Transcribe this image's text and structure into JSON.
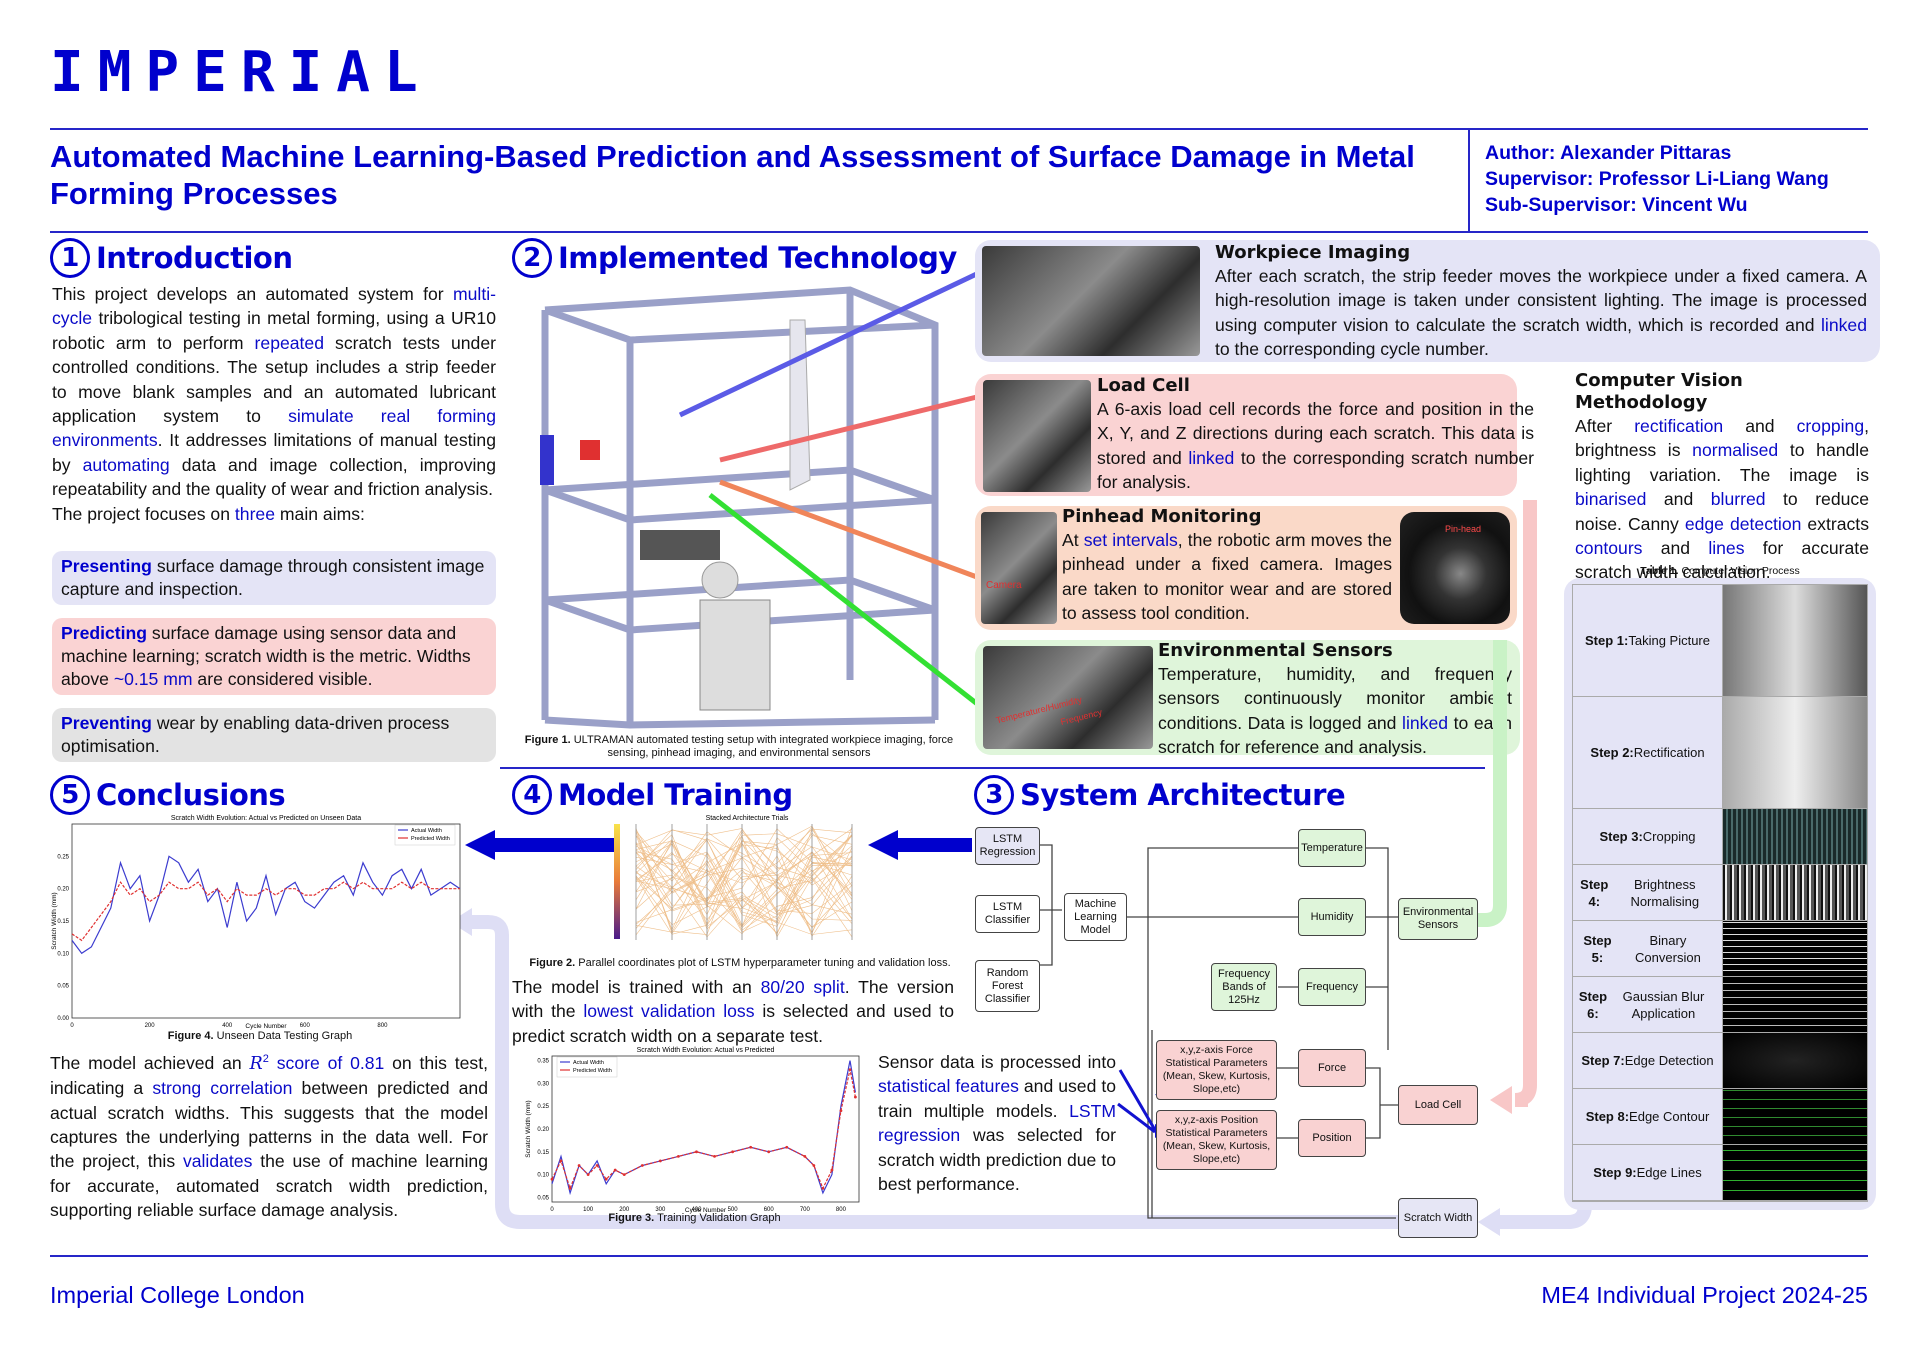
{
  "header": {
    "logo": "IMPERIAL",
    "title": "Automated Machine Learning-Based Prediction and Assessment of Surface Damage in Metal Forming Processes",
    "author": "Author: Alexander Pittaras",
    "supervisor": "Supervisor: Professor Li-Liang Wang",
    "sub_supervisor": "Sub-Supervisor: Vincent Wu"
  },
  "sections": {
    "s1": {
      "num": "1",
      "title": "Introduction"
    },
    "s2": {
      "num": "2",
      "title": "Implemented Technology"
    },
    "s3": {
      "num": "3",
      "title": "System Architecture"
    },
    "s4": {
      "num": "4",
      "title": "Model Training"
    },
    "s5": {
      "num": "5",
      "title": "Conclusions"
    }
  },
  "intro": {
    "p1_a": "This project develops an automated system for ",
    "p1_b": "multi-cycle",
    "p1_c": " tribological testing in metal forming, using a UR10 robotic arm to perform ",
    "p1_d": "repeated",
    "p1_e": " scratch tests under controlled conditions. The setup includes a strip feeder to move blank samples and an automated lubricant application system to ",
    "p1_f": "simulate real forming environments",
    "p1_g": ". It addresses limitations of manual testing by ",
    "p1_h": "automating",
    "p1_i": " data and image collection, improving repeatability and the quality of wear and friction analysis.",
    "p2_a": "The project focuses on ",
    "p2_b": "three",
    "p2_c": " main aims:",
    "aim1_b": "Presenting",
    "aim1": " surface damage through consistent image capture and inspection.",
    "aim2_b": "Predicting",
    "aim2_a": " surface damage using sensor data and machine learning; scratch width is the metric. Widths above ",
    "aim2_c": "~0.15 mm",
    "aim2_d": " are considered visible.",
    "aim3_b": "Preventing",
    "aim3": " wear by enabling data-driven process optimisation."
  },
  "tech": {
    "fig1_b": "Figure 1.",
    "fig1": " ULTRAMAN automated testing setup with integrated workpiece imaging, force sensing, pinhead imaging, and environmental sensors",
    "workpiece_title": "Workpiece Imaging",
    "workpiece_a": "After each scratch, the strip feeder moves the workpiece under a fixed camera. A high-resolution image is taken under consistent lighting. The image is processed using computer vision to calculate the scratch width, which is recorded and ",
    "workpiece_b": "linked",
    "workpiece_c": " to the corresponding cycle number.",
    "loadcell_title": "Load Cell",
    "loadcell_a": "A 6-axis load cell records the force and position in the X, Y, and Z directions during each scratch. This data is stored and ",
    "loadcell_b": "linked",
    "loadcell_c": " to the corresponding scratch number for analysis.",
    "pinhead_title": "Pinhead Monitoring",
    "pinhead_a": "At ",
    "pinhead_b": "set intervals",
    "pinhead_c": ", the robotic arm moves the pinhead under a fixed camera. Images are taken to monitor wear and are stored to assess tool condition.",
    "pinhead_label": "Pin-head",
    "camera_label": "Camera",
    "env_title": "Environmental Sensors",
    "env_a": "Temperature, humidity, and frequency sensors continuously monitor ambient conditions. Data is logged and ",
    "env_b": "linked",
    "env_c": " to each scratch for reference and analysis.",
    "env_label1": "Temperature/Humidity",
    "env_label2": "Frequency"
  },
  "cv": {
    "title": "Computer Vision Methodology",
    "t1": "After ",
    "t2": "rectification",
    "t3": " and ",
    "t4": "cropping",
    "t5": ", brightness is ",
    "t6": "normalised",
    "t7": " to handle lighting variation. The image is ",
    "t8": "binarised",
    "t9": " and ",
    "t10": "blurred",
    "t11": " to reduce noise. Canny ",
    "t12": "edge detection",
    "t13": " extracts ",
    "t14": "contours",
    "t15": " and ",
    "t16": "lines",
    "t17": " for accurate scratch width calculation.",
    "table_cap_b": "Table 1.",
    "table_cap": " Computer Vision Process",
    "steps": [
      {
        "b": "Step 1:",
        "t": " Taking Picture"
      },
      {
        "b": "Step 2:",
        "t": " Rectification"
      },
      {
        "b": "Step 3:",
        "t": " Cropping"
      },
      {
        "b": "Step 4:",
        "t": " Brightness Normalising"
      },
      {
        "b": "Step 5:",
        "t": " Binary Conversion"
      },
      {
        "b": "Step 6:",
        "t": " Gaussian Blur Application"
      },
      {
        "b": "Step 7:",
        "t": " Edge Detection"
      },
      {
        "b": "Step 8:",
        "t": " Edge Contour"
      },
      {
        "b": "Step 9:",
        "t": " Edge Lines"
      }
    ]
  },
  "arch": {
    "nodes": {
      "lstm_reg": "LSTM Regression",
      "lstm_cls": "LSTM Classifier",
      "rf_cls": "Random Forest Classifier",
      "ml": "Machine Learning Model",
      "temp": "Temperature",
      "hum": "Humidity",
      "freq": "Frequency",
      "env": "Environmental Sensors",
      "bands": "Frequency Bands of 125Hz",
      "force_stats": "x,y,z-axis Force Statistical Parameters (Mean, Skew, Kurtosis, Slope,etc)",
      "pos_stats": "x,y,z-axis Position Statistical Parameters (Mean, Skew, Kurtosis, Slope,etc)",
      "force": "Force",
      "position": "Position",
      "loadcell": "Load Cell",
      "width": "Scratch Width"
    },
    "text_a": "Sensor data is processed into ",
    "text_b": "statistical features",
    "text_c": " and used to train multiple models. ",
    "text_d": "LSTM regression",
    "text_e": " was selected for scratch width prediction due to best performance."
  },
  "training": {
    "fig2_b": "Figure 2.",
    "fig2": " Parallel coordinates plot of LSTM hyperparameter tuning and validation loss.",
    "fig2_title": "Stacked Architecture Trials",
    "text_a": "The model is trained with an ",
    "text_b": "80/20 split",
    "text_c": ". The version with the ",
    "text_d": "lowest validation loss",
    "text_e": " is selected and used to predict scratch width on a separate test.",
    "fig3_b": "Figure 3.",
    "fig3": " Training Validation Graph"
  },
  "conclusions": {
    "fig4_b": "Figure 4.",
    "fig4": " Unseen Data Testing Graph",
    "text_a": "The model achieved an ",
    "text_r2": "R",
    "text_sup": "2",
    "text_b": " score of 0.81",
    "text_c": " on this test, indicating a ",
    "text_d": "strong correlation",
    "text_e": " between predicted and actual scratch widths. This suggests that the model captures the underlying patterns in the data well. For the project, this ",
    "text_f": "validates",
    "text_g": " the use of machine learning for accurate, automated scratch width prediction, supporting reliable surface damage analysis."
  },
  "chart_data": [
    {
      "type": "line",
      "title": "Scratch Width Evolution: Actual vs Predicted on Unseen Data",
      "xlabel": "Cycle Number",
      "ylabel": "Scratch Width (mm)",
      "xlim": [
        0,
        1000
      ],
      "ylim": [
        0,
        0.3
      ],
      "xticks": [
        "0",
        "200",
        "400",
        "600",
        "800"
      ],
      "yticks": [
        "0.00",
        "0.05",
        "0.10",
        "0.15",
        "0.20",
        "0.25"
      ],
      "series": [
        {
          "name": "Actual Width",
          "color": "#3c3ccf",
          "x": [
            0,
            25,
            50,
            75,
            100,
            125,
            150,
            175,
            200,
            225,
            250,
            275,
            300,
            325,
            350,
            375,
            400,
            425,
            450,
            475,
            500,
            525,
            550,
            575,
            600,
            625,
            650,
            675,
            700,
            725,
            750,
            775,
            800,
            825,
            850,
            875,
            900,
            925,
            950,
            975,
            1000
          ],
          "values": [
            0.12,
            0.1,
            0.11,
            0.14,
            0.17,
            0.24,
            0.2,
            0.22,
            0.15,
            0.19,
            0.25,
            0.24,
            0.21,
            0.23,
            0.18,
            0.2,
            0.14,
            0.21,
            0.15,
            0.17,
            0.22,
            0.16,
            0.2,
            0.21,
            0.18,
            0.17,
            0.19,
            0.21,
            0.22,
            0.19,
            0.24,
            0.21,
            0.19,
            0.22,
            0.23,
            0.2,
            0.23,
            0.19,
            0.2,
            0.21,
            0.2
          ]
        },
        {
          "name": "Predicted Width",
          "color": "#e03030",
          "x": [
            0,
            25,
            50,
            75,
            100,
            125,
            150,
            175,
            200,
            225,
            250,
            275,
            300,
            325,
            350,
            375,
            400,
            425,
            450,
            475,
            500,
            525,
            550,
            575,
            600,
            625,
            650,
            675,
            700,
            725,
            750,
            775,
            800,
            825,
            850,
            875,
            900,
            925,
            950,
            975,
            1000
          ],
          "values": [
            0.13,
            0.12,
            0.14,
            0.16,
            0.18,
            0.21,
            0.19,
            0.2,
            0.18,
            0.19,
            0.21,
            0.2,
            0.2,
            0.21,
            0.19,
            0.2,
            0.18,
            0.2,
            0.19,
            0.19,
            0.2,
            0.19,
            0.2,
            0.2,
            0.19,
            0.19,
            0.2,
            0.2,
            0.21,
            0.2,
            0.21,
            0.2,
            0.2,
            0.2,
            0.21,
            0.2,
            0.21,
            0.2,
            0.2,
            0.2,
            0.2
          ]
        }
      ]
    },
    {
      "type": "line",
      "title": "Scratch Width Evolution: Actual vs Predicted",
      "xlabel": "Cycle Number",
      "ylabel": "Scratch Width (mm)",
      "xlim": [
        0,
        850
      ],
      "ylim": [
        0.04,
        0.36
      ],
      "xticks": [
        "0",
        "100",
        "200",
        "300",
        "400",
        "500",
        "600",
        "700",
        "800"
      ],
      "yticks": [
        "0.05",
        "0.10",
        "0.15",
        "0.20",
        "0.25",
        "0.30",
        "0.35"
      ],
      "series": [
        {
          "name": "Actual Width",
          "color": "#3c3ccf",
          "x": [
            0,
            25,
            50,
            75,
            100,
            125,
            150,
            175,
            200,
            250,
            300,
            350,
            400,
            450,
            500,
            550,
            600,
            650,
            700,
            725,
            750,
            775,
            800,
            825,
            840
          ],
          "values": [
            0.08,
            0.14,
            0.06,
            0.12,
            0.1,
            0.13,
            0.08,
            0.11,
            0.1,
            0.12,
            0.13,
            0.14,
            0.15,
            0.14,
            0.15,
            0.16,
            0.15,
            0.16,
            0.14,
            0.12,
            0.06,
            0.1,
            0.25,
            0.35,
            0.28
          ]
        },
        {
          "name": "Predicted Width",
          "color": "#e03030",
          "x": [
            0,
            25,
            50,
            75,
            100,
            125,
            150,
            175,
            200,
            250,
            300,
            350,
            400,
            450,
            500,
            550,
            600,
            650,
            700,
            725,
            750,
            775,
            800,
            825,
            840
          ],
          "values": [
            0.09,
            0.13,
            0.07,
            0.12,
            0.1,
            0.12,
            0.09,
            0.11,
            0.1,
            0.12,
            0.13,
            0.14,
            0.15,
            0.14,
            0.15,
            0.16,
            0.15,
            0.16,
            0.14,
            0.12,
            0.07,
            0.11,
            0.24,
            0.33,
            0.27
          ]
        }
      ]
    }
  ],
  "footer": {
    "left": "Imperial College London",
    "right": "ME4 Individual Project 2024-25"
  },
  "colors": {
    "brand": "#0000cd",
    "green_panel": "#dff5da",
    "red_panel": "#fad3d3",
    "purple_panel": "#e4e4f6",
    "grey_panel": "#e3e3e3"
  }
}
